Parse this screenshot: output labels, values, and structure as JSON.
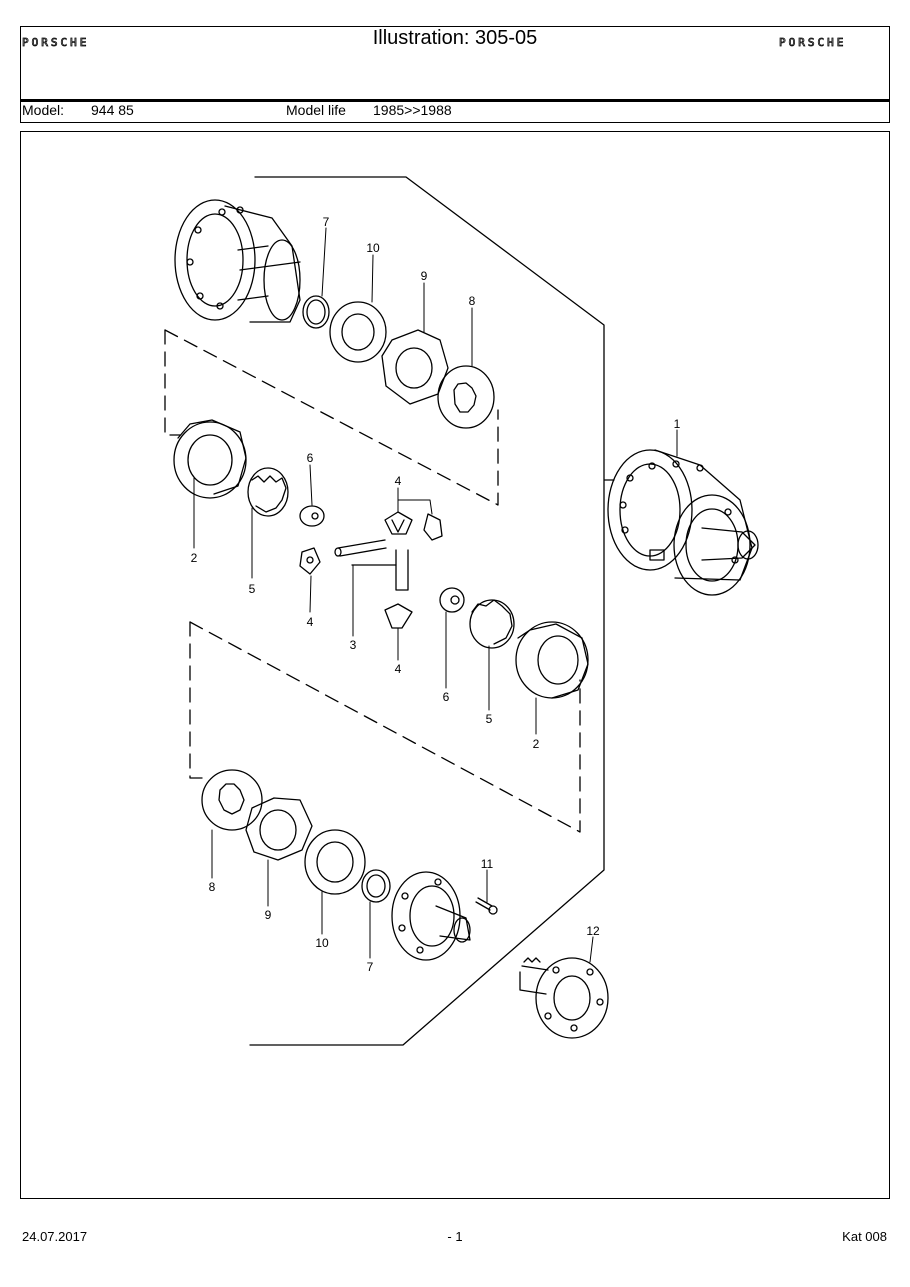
{
  "header": {
    "brand_left": "PORSCHE",
    "brand_right": "PORSCHE",
    "title": "Illustration: 305-05"
  },
  "model_row": {
    "model_label": "Model:",
    "model_value": "944 85",
    "model_life_label": "Model life",
    "model_life_value": "1985>>1988"
  },
  "callouts": {
    "c1": "1",
    "c2a": "2",
    "c2b": "2",
    "c3": "3",
    "c4a": "4",
    "c4b": "4",
    "c4c": "4",
    "c5a": "5",
    "c5b": "5",
    "c6a": "6",
    "c6b": "6",
    "c7a": "7",
    "c7b": "7",
    "c8a": "8",
    "c8b": "8",
    "c9a": "9",
    "c9b": "9",
    "c10a": "10",
    "c10b": "10",
    "c11": "11",
    "c12": "12"
  },
  "footer": {
    "date": "24.07.2017",
    "page": "- 1",
    "catalog": "Kat 008"
  }
}
